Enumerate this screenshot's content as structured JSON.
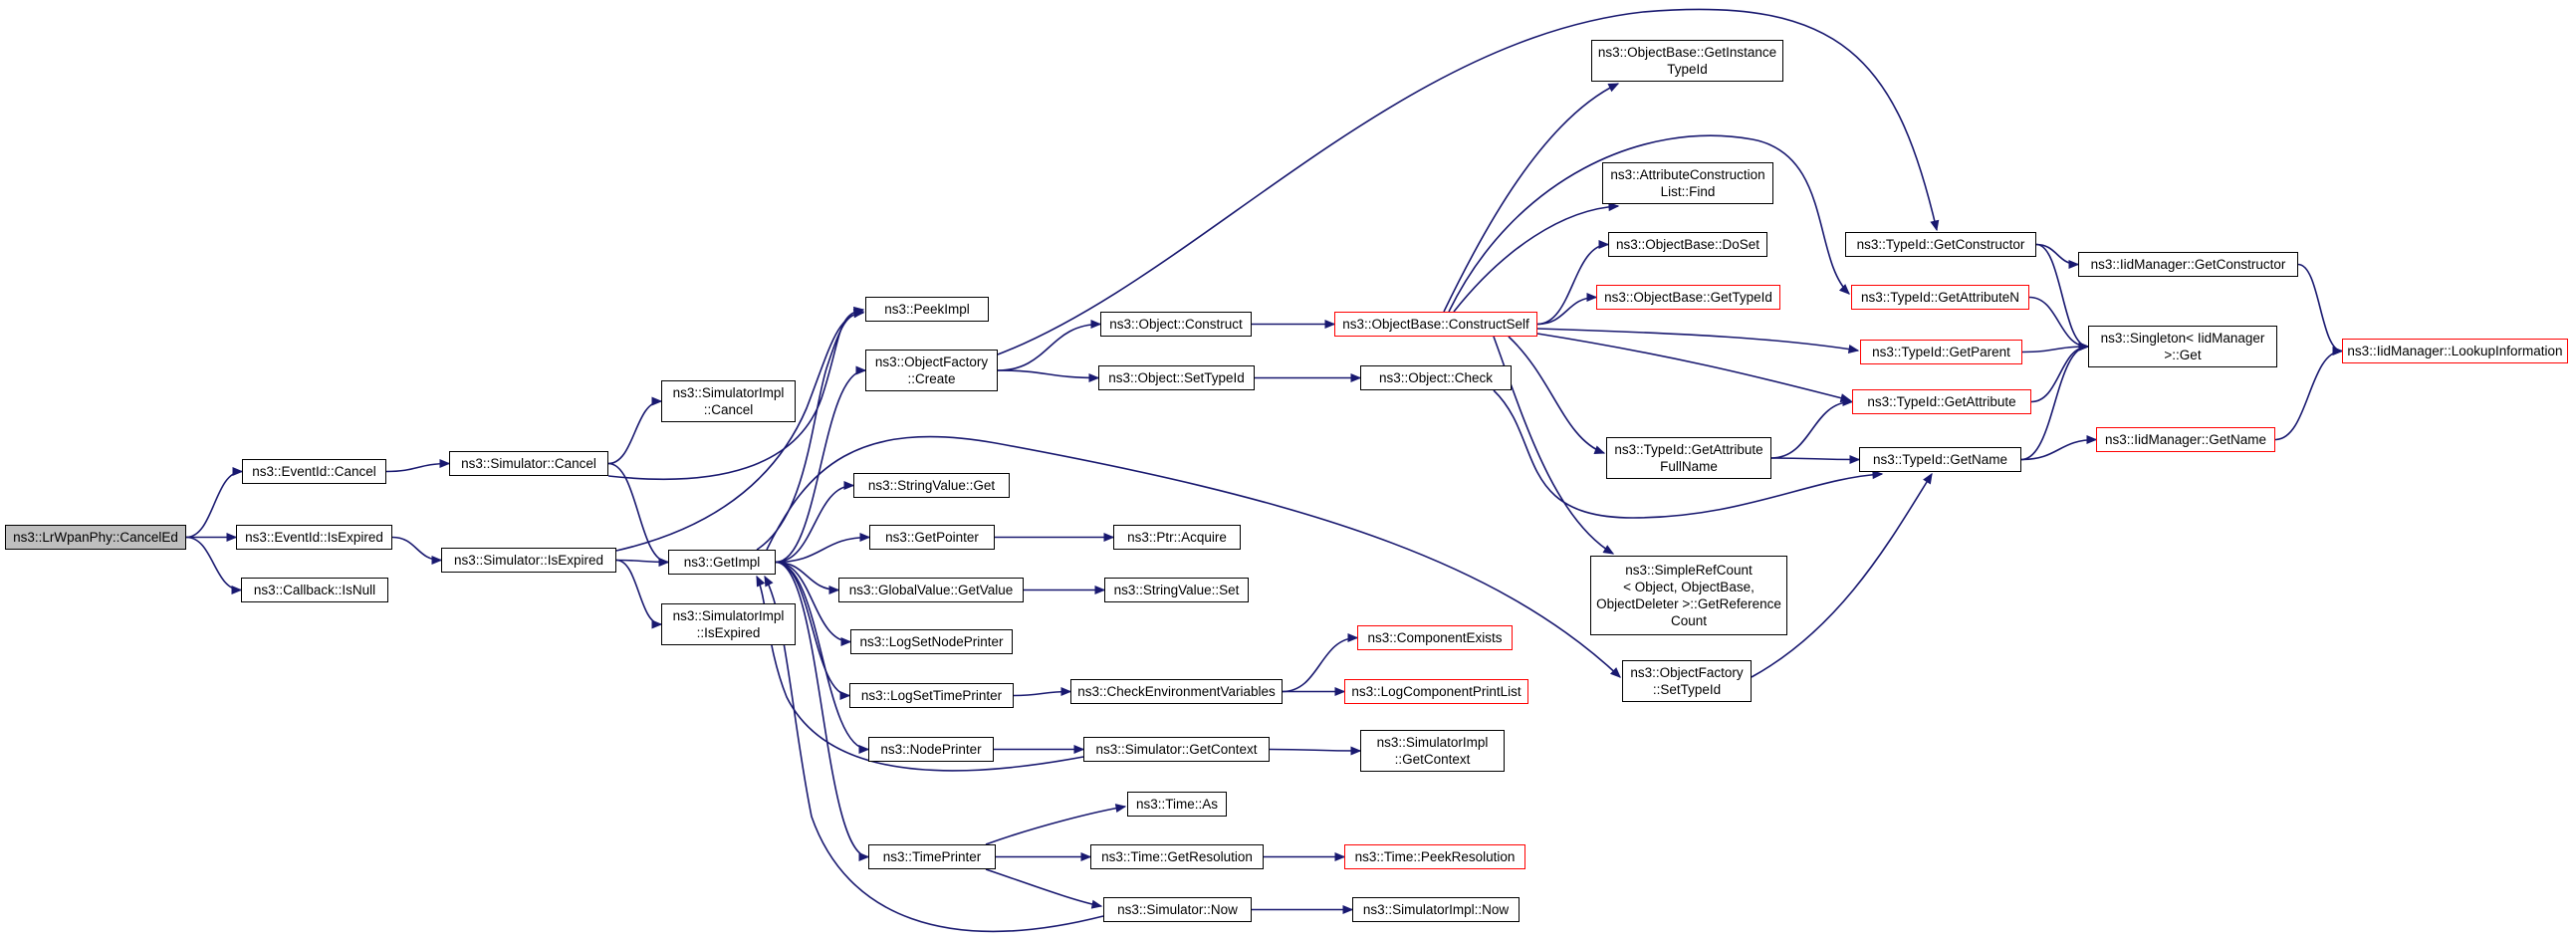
{
  "nodes": {
    "cancel_ed": {
      "label": "ns3::LrWpanPhy::CancelEd",
      "style": "root"
    },
    "eventid_cancel": {
      "label": "ns3::EventId::Cancel",
      "style": "black"
    },
    "eventid_isexpired": {
      "label": "ns3::EventId::IsExpired",
      "style": "black"
    },
    "callback_isnull": {
      "label": "ns3::Callback::IsNull",
      "style": "black"
    },
    "simulator_cancel": {
      "label": "ns3::Simulator::Cancel",
      "style": "black"
    },
    "simulator_isexpired": {
      "label": "ns3::Simulator::IsExpired",
      "style": "black"
    },
    "simimpl_cancel": {
      "label": "ns3::SimulatorImpl\n::Cancel",
      "style": "black"
    },
    "simimpl_isexpired": {
      "label": "ns3::SimulatorImpl\n::IsExpired",
      "style": "black"
    },
    "getimpl": {
      "label": "ns3::GetImpl",
      "style": "black"
    },
    "peekimpl": {
      "label": "ns3::PeekImpl",
      "style": "black"
    },
    "objfactory_create": {
      "label": "ns3::ObjectFactory\n::Create",
      "style": "black"
    },
    "stringvalue_get": {
      "label": "ns3::StringValue::Get",
      "style": "black"
    },
    "getpointer": {
      "label": "ns3::GetPointer",
      "style": "black"
    },
    "globalvalue_getvalue": {
      "label": "ns3::GlobalValue::GetValue",
      "style": "black"
    },
    "logsetnodeprinter": {
      "label": "ns3::LogSetNodePrinter",
      "style": "black"
    },
    "logsettimeprinter": {
      "label": "ns3::LogSetTimePrinter",
      "style": "black"
    },
    "nodeprinter": {
      "label": "ns3::NodePrinter",
      "style": "black"
    },
    "timeprinter": {
      "label": "ns3::TimePrinter",
      "style": "black"
    },
    "object_construct": {
      "label": "ns3::Object::Construct",
      "style": "black"
    },
    "object_settypeid": {
      "label": "ns3::Object::SetTypeId",
      "style": "black"
    },
    "ptr_acquire": {
      "label": "ns3::Ptr::Acquire",
      "style": "black"
    },
    "stringvalue_set": {
      "label": "ns3::StringValue::Set",
      "style": "black"
    },
    "check_env": {
      "label": "ns3::CheckEnvironmentVariables",
      "style": "black"
    },
    "sim_getcontext": {
      "label": "ns3::Simulator::GetContext",
      "style": "black"
    },
    "time_as": {
      "label": "ns3::Time::As",
      "style": "black"
    },
    "time_getresolution": {
      "label": "ns3::Time::GetResolution",
      "style": "black"
    },
    "sim_now": {
      "label": "ns3::Simulator::Now",
      "style": "black"
    },
    "objbase_constructself": {
      "label": "ns3::ObjectBase::ConstructSelf",
      "style": "red"
    },
    "object_check": {
      "label": "ns3::Object::Check",
      "style": "black"
    },
    "component_exists": {
      "label": "ns3::ComponentExists",
      "style": "red"
    },
    "logcomponent_printlist": {
      "label": "ns3::LogComponentPrintList",
      "style": "red"
    },
    "simimpl_getcontext": {
      "label": "ns3::SimulatorImpl\n::GetContext",
      "style": "black"
    },
    "time_peekresolution": {
      "label": "ns3::Time::PeekResolution",
      "style": "red"
    },
    "simimpl_now": {
      "label": "ns3::SimulatorImpl::Now",
      "style": "black"
    },
    "objbase_getinstancetypeid": {
      "label": "ns3::ObjectBase::GetInstance\nTypeId",
      "style": "black"
    },
    "attrconstruct_find": {
      "label": "ns3::AttributeConstruction\nList::Find",
      "style": "black"
    },
    "objbase_doset": {
      "label": "ns3::ObjectBase::DoSet",
      "style": "black"
    },
    "objbase_gettypeid": {
      "label": "ns3::ObjectBase::GetTypeId",
      "style": "red"
    },
    "typeid_getattrfullname": {
      "label": "ns3::TypeId::GetAttribute\nFullName",
      "style": "black"
    },
    "simplerefcount": {
      "label": "ns3::SimpleRefCount\n< Object, ObjectBase,\n ObjectDeleter >::GetReference\nCount",
      "style": "black"
    },
    "objfactory_settypeid": {
      "label": "ns3::ObjectFactory\n::SetTypeId",
      "style": "black"
    },
    "typeid_getconstructor": {
      "label": "ns3::TypeId::GetConstructor",
      "style": "black"
    },
    "typeid_getattributen": {
      "label": "ns3::TypeId::GetAttributeN",
      "style": "red"
    },
    "typeid_getparent": {
      "label": "ns3::TypeId::GetParent",
      "style": "red"
    },
    "typeid_getattribute": {
      "label": "ns3::TypeId::GetAttribute",
      "style": "red"
    },
    "typeid_getname": {
      "label": "ns3::TypeId::GetName",
      "style": "black"
    },
    "iidmanager_getconstructor": {
      "label": "ns3::IidManager::GetConstructor",
      "style": "black"
    },
    "singleton_get": {
      "label": "ns3::Singleton< IidManager\n >::Get",
      "style": "black"
    },
    "iidmanager_getname": {
      "label": "ns3::IidManager::GetName",
      "style": "red"
    },
    "iidmanager_lookupinfo": {
      "label": "ns3::IidManager::LookupInformation",
      "style": "red"
    }
  },
  "edges": [
    [
      "cancel_ed",
      "eventid_cancel"
    ],
    [
      "cancel_ed",
      "eventid_isexpired"
    ],
    [
      "cancel_ed",
      "callback_isnull"
    ],
    [
      "eventid_cancel",
      "simulator_cancel"
    ],
    [
      "eventid_isexpired",
      "simulator_isexpired"
    ],
    [
      "simulator_cancel",
      "simimpl_cancel"
    ],
    [
      "simulator_cancel",
      "getimpl"
    ],
    [
      "simulator_cancel",
      "peekimpl"
    ],
    [
      "simulator_isexpired",
      "getimpl"
    ],
    [
      "simulator_isexpired",
      "simimpl_isexpired"
    ],
    [
      "simulator_isexpired",
      "peekimpl"
    ],
    [
      "getimpl",
      "peekimpl"
    ],
    [
      "getimpl",
      "objfactory_create"
    ],
    [
      "getimpl",
      "stringvalue_get"
    ],
    [
      "getimpl",
      "getpointer"
    ],
    [
      "getimpl",
      "globalvalue_getvalue"
    ],
    [
      "getimpl",
      "logsetnodeprinter"
    ],
    [
      "getimpl",
      "logsettimeprinter"
    ],
    [
      "getimpl",
      "nodeprinter"
    ],
    [
      "getimpl",
      "timeprinter"
    ],
    [
      "getimpl",
      "objfactory_settypeid"
    ],
    [
      "objfactory_create",
      "object_construct"
    ],
    [
      "objfactory_create",
      "object_settypeid"
    ],
    [
      "objfactory_create",
      "typeid_getconstructor"
    ],
    [
      "getpointer",
      "ptr_acquire"
    ],
    [
      "globalvalue_getvalue",
      "stringvalue_set"
    ],
    [
      "logsettimeprinter",
      "check_env"
    ],
    [
      "nodeprinter",
      "sim_getcontext"
    ],
    [
      "timeprinter",
      "time_as"
    ],
    [
      "timeprinter",
      "time_getresolution"
    ],
    [
      "timeprinter",
      "sim_now"
    ],
    [
      "object_construct",
      "objbase_constructself"
    ],
    [
      "object_settypeid",
      "object_check"
    ],
    [
      "check_env",
      "component_exists"
    ],
    [
      "check_env",
      "logcomponent_printlist"
    ],
    [
      "sim_getcontext",
      "getimpl"
    ],
    [
      "sim_getcontext",
      "simimpl_getcontext"
    ],
    [
      "time_getresolution",
      "time_peekresolution"
    ],
    [
      "sim_now",
      "getimpl"
    ],
    [
      "sim_now",
      "simimpl_now"
    ],
    [
      "objbase_constructself",
      "objbase_getinstancetypeid"
    ],
    [
      "objbase_constructself",
      "attrconstruct_find"
    ],
    [
      "objbase_constructself",
      "objbase_doset"
    ],
    [
      "objbase_constructself",
      "objbase_gettypeid"
    ],
    [
      "objbase_constructself",
      "typeid_getattrfullname"
    ],
    [
      "objbase_constructself",
      "simplerefcount"
    ],
    [
      "objbase_constructself",
      "typeid_getattributen"
    ],
    [
      "objbase_constructself",
      "typeid_getparent"
    ],
    [
      "objbase_constructself",
      "typeid_getattribute"
    ],
    [
      "object_check",
      "typeid_getname"
    ],
    [
      "objfactory_settypeid",
      "typeid_getname"
    ],
    [
      "typeid_getattrfullname",
      "typeid_getattribute"
    ],
    [
      "typeid_getattrfullname",
      "typeid_getname"
    ],
    [
      "typeid_getconstructor",
      "iidmanager_getconstructor"
    ],
    [
      "typeid_getconstructor",
      "singleton_get"
    ],
    [
      "typeid_getattributen",
      "singleton_get"
    ],
    [
      "typeid_getparent",
      "singleton_get"
    ],
    [
      "typeid_getattribute",
      "singleton_get"
    ],
    [
      "typeid_getname",
      "singleton_get"
    ],
    [
      "typeid_getname",
      "iidmanager_getname"
    ],
    [
      "iidmanager_getconstructor",
      "iidmanager_lookupinfo"
    ],
    [
      "iidmanager_getname",
      "iidmanager_lookupinfo"
    ]
  ]
}
